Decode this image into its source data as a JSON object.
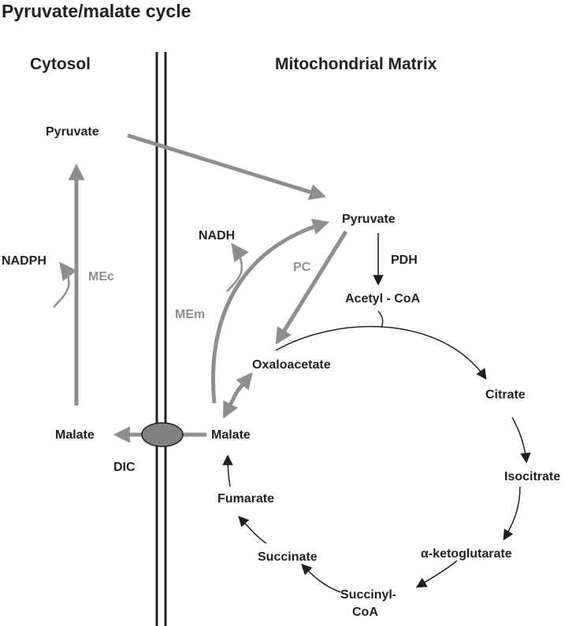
{
  "title": "Pyruvate/malate cycle",
  "compartments": {
    "cytosol": "Cytosol",
    "matrix": "Mitochondrial Matrix"
  },
  "cytosol": {
    "pyruvate": "Pyruvate",
    "nadph": "NADPH",
    "malate": "Malate",
    "mec": "MEc",
    "dic": "DIC"
  },
  "matrix": {
    "pyruvate": "Pyruvate",
    "nadh": "NADH",
    "pc": "PC",
    "pdh": "PDH",
    "mem": "MEm",
    "acetyl_coa": "Acetyl - CoA",
    "oxaloacetate": "Oxaloacetate",
    "malate": "Malate"
  },
  "tca_cycle": {
    "citrate": "Citrate",
    "isocitrate": "Isocitrate",
    "alpha_ketoglutarate": "α-ketoglutarate",
    "succinyl_coa_line1": "Succinyl-",
    "succinyl_coa_line2": "CoA",
    "succinate": "Succinate",
    "fumarate": "Fumarate"
  },
  "colors": {
    "text": "#231f20",
    "enzyme_gray": "#8c8f8f",
    "transporter_fill": "#7f8182",
    "arrow_black": "#231f20"
  }
}
